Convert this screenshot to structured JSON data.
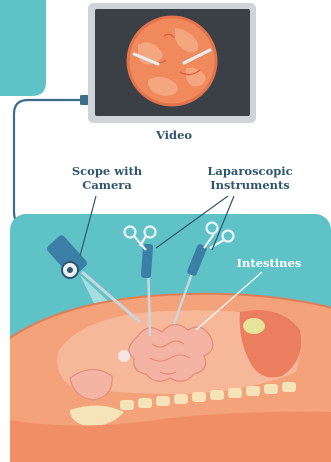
{
  "colors": {
    "monitor_frame": "#3a4046",
    "monitor_bezel": "#cfd4d8",
    "screen_view": "#f08a5d",
    "teal_panel": "#5ec2c7",
    "body_skin": "#f3a27a",
    "organ_pink": "#f4b3a3",
    "bone": "#f7e3b8",
    "cable": "#3a6e8a",
    "instrument": "#3c7fa6",
    "label_text": "#2f5670"
  },
  "labels": {
    "video": "Video",
    "scope_line1": "Scope with",
    "scope_line2": "Camera",
    "instruments_line1": "Laparoscopic",
    "instruments_line2": "Instruments",
    "intestines": "Intestines"
  },
  "icons": {
    "monitor": "monitor-icon",
    "scope": "endoscope-icon",
    "instrument": "grasper-icon"
  }
}
